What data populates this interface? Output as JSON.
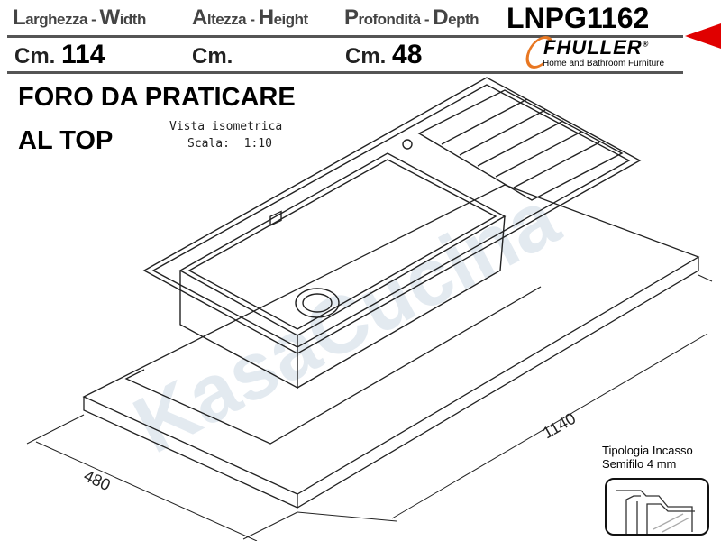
{
  "header": {
    "width_label": {
      "initial_it": "L",
      "rest_it": "arghezza - ",
      "initial_en": "W",
      "rest_en": "idth"
    },
    "height_label": {
      "initial_it": "A",
      "rest_it": "ltezza - ",
      "initial_en": "H",
      "rest_en": "eight"
    },
    "depth_label": {
      "initial_it": "P",
      "rest_it": "rofondità - ",
      "initial_en": "D",
      "rest_en": "epth"
    },
    "unit": "Cm.",
    "width_value": "114",
    "height_value": "",
    "depth_value": "48",
    "product_code": "LNPG1162"
  },
  "brand": {
    "name": "FHULLER",
    "registered": "®",
    "tagline": "Home and Bathroom Furniture",
    "accent": "#e87722",
    "marker_color": "#e00000"
  },
  "title": {
    "line1": "FORO DA PRATICARE",
    "line2": "AL TOP"
  },
  "view": {
    "label": "Vista isometrica",
    "scale_label": "Scala:",
    "scale_value": "1:10"
  },
  "dimensions": {
    "length": "1140",
    "depth": "480"
  },
  "install": {
    "line1": "Tipologia Incasso",
    "line2": "Semifilo 4 mm"
  },
  "watermark": "KasaCucina"
}
